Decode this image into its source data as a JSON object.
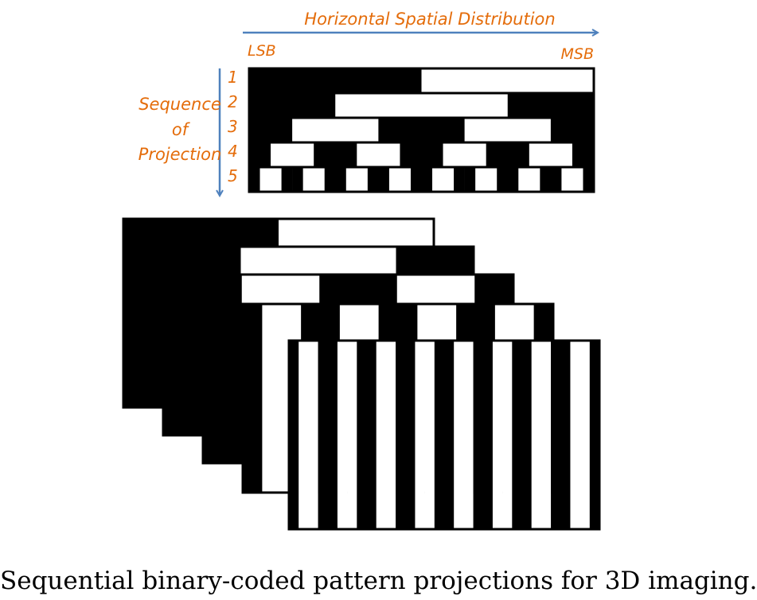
{
  "labels": {
    "axis_title": "Horizontal Spatial Distribution",
    "lsb": "LSB",
    "msb": "MSB",
    "sequence_label": [
      "Sequence",
      "of",
      "Projection"
    ],
    "row_numbers": [
      "1",
      "2",
      "3",
      "4",
      "5"
    ]
  },
  "caption": "Sequential binary-coded pattern projections for 3D imaging.",
  "colors": {
    "label_orange": "#e46c0a",
    "arrow_blue": "#4f81bd",
    "pattern_dark": "#000000",
    "pattern_light": "#ffffff"
  },
  "patterns": [
    "01",
    "0110",
    "01100110",
    "0110011001100110",
    "01100110011001100110011001100110"
  ]
}
